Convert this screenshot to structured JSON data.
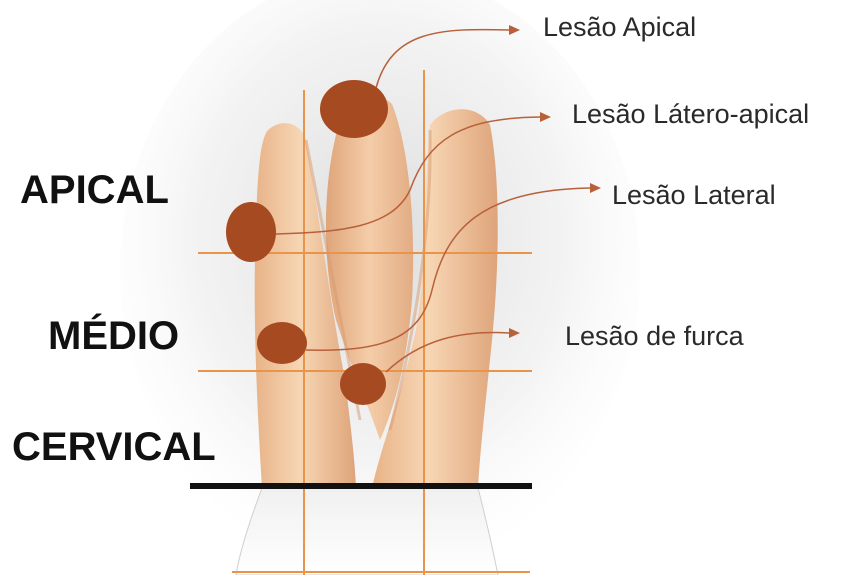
{
  "regions": {
    "apical": "APICAL",
    "medio": "MÉDIO",
    "cervical": "CERVICAL"
  },
  "lesions": {
    "apical": "Lesão Apical",
    "latero_apical": "Lesão Látero-apical",
    "lateral": "Lesão Lateral",
    "furca": "Lesão de furca"
  },
  "colors": {
    "lesion_fill": "#a64a22",
    "leader_line": "#b8603a",
    "grid_line": "#e8944a",
    "cej_line": "#111111",
    "tooth_fill": "#f2c79e"
  }
}
